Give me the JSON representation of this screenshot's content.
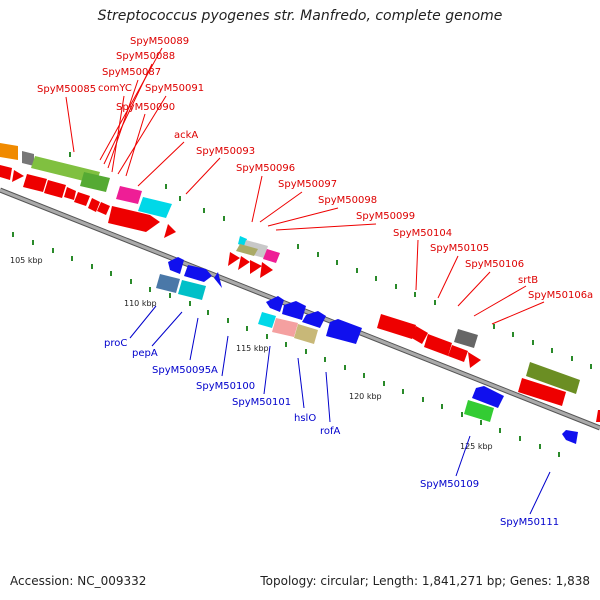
{
  "title": "Streptococcus pyogenes str. Manfredo, complete genome",
  "footer": {
    "accession": "Accession: NC_009332",
    "info": "Topology: circular; Length: 1,841,271 bp; Genes: 1,838"
  },
  "kbp_labels": [
    "105 kbp",
    "110 kbp",
    "115 kbp",
    "120 kbp",
    "125 kbp"
  ],
  "colors": {
    "forward_label": "#dd0000",
    "reverse_label": "#0000cc",
    "backbone": "#888888"
  },
  "forward_labels": [
    "SpyM50089",
    "SpyM50088",
    "SpyM50087",
    "comYC",
    "SpyM50085",
    "SpyM50091",
    "SpyM50090",
    "ackA",
    "SpyM50093",
    "SpyM50096",
    "SpyM50097",
    "SpyM50098",
    "SpyM50099",
    "SpyM50104",
    "SpyM50105",
    "SpyM50106",
    "srtB",
    "SpyM50106a"
  ],
  "reverse_labels": [
    "proC",
    "pepA",
    "SpyM50095A",
    "SpyM50100",
    "SpyM50101",
    "hslO",
    "rofA",
    "SpyM50109",
    "SpyM50111"
  ]
}
